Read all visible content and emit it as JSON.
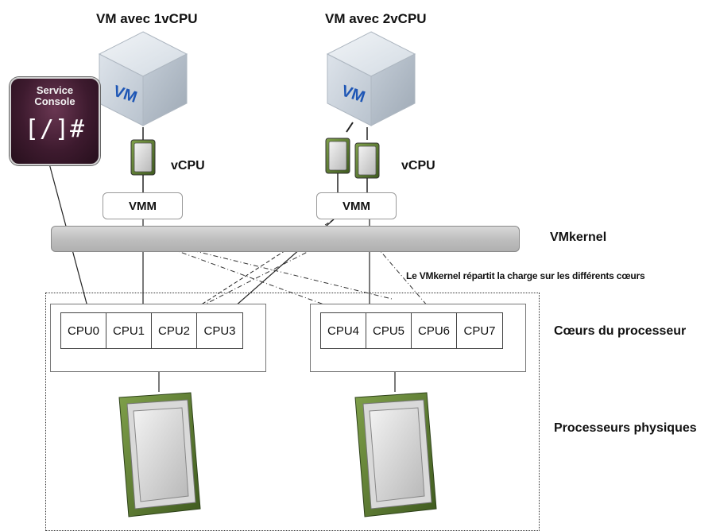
{
  "vms": [
    {
      "title": "VM avec 1vCPU",
      "cube_text": "VM",
      "vcpu_label": "vCPU",
      "vmm_label": "VMM"
    },
    {
      "title": "VM avec 2vCPU",
      "cube_text": "VM",
      "vcpu_label": "vCPU",
      "vmm_label": "VMM"
    }
  ],
  "service_console": {
    "line1": "Service",
    "line2": "Console",
    "prompt": "[/]#"
  },
  "vmkernel_label": "VMkernel",
  "note": "Le VMkernel répartit la charge sur les différents cœurs",
  "cores_label": "Cœurs du processeur",
  "physical_label": "Processeurs physiques",
  "cpu_groups": [
    {
      "cores": [
        "CPU0",
        "CPU1",
        "CPU2",
        "CPU3"
      ]
    },
    {
      "cores": [
        "CPU4",
        "CPU5",
        "CPU6",
        "CPU7"
      ]
    }
  ],
  "colors": {
    "cube": "#c9d3de",
    "vm_text": "#1e56b5",
    "vmkernel": "#bdbdbd",
    "console": "#3d1a2e"
  },
  "icons": [
    "vm-cube-icon",
    "vcpu-chip-icon",
    "processor-chip-icon",
    "terminal-icon"
  ]
}
